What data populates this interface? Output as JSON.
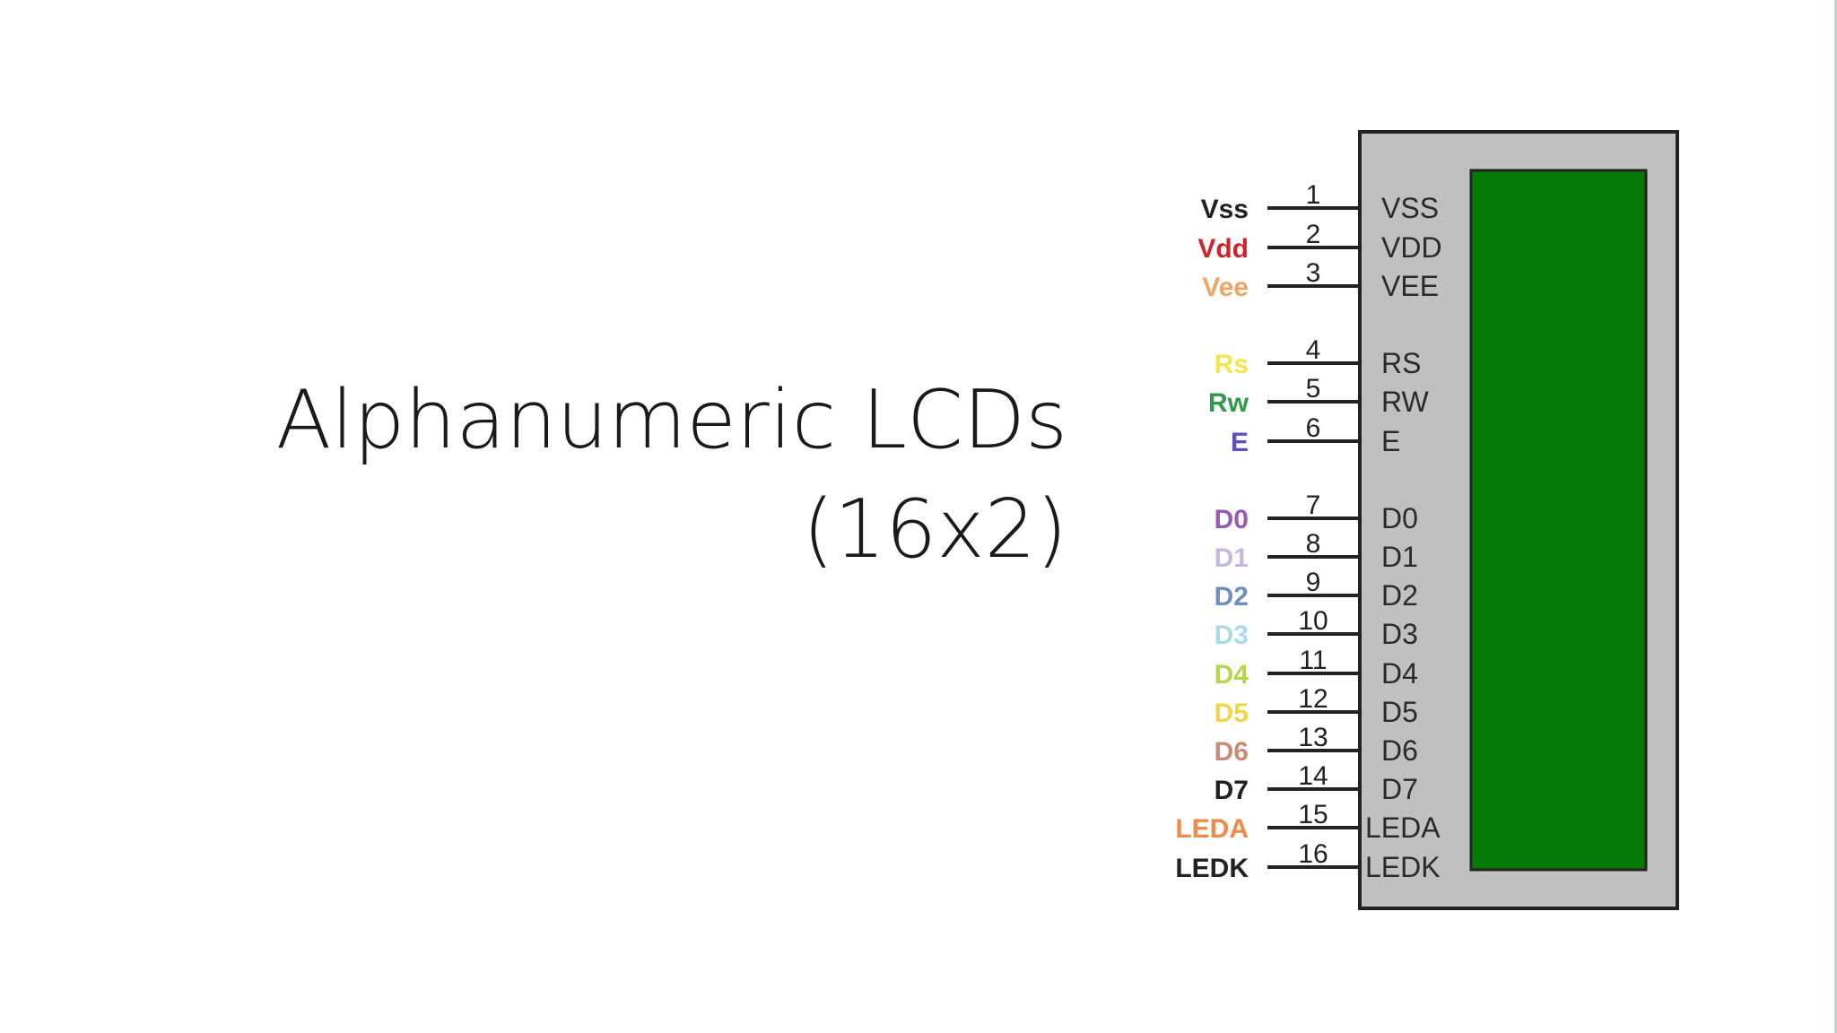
{
  "slide": {
    "title_line1": "Alphanumeric LCDs",
    "title_line2": "(16x2)"
  },
  "colors": {
    "background": "#ffffff",
    "lcd_body": "#c0c0c0",
    "lcd_screen": "#087a08",
    "outline": "#222222",
    "accent_edge": "#b9d9cf"
  },
  "pins": [
    {
      "num": "1",
      "label": "Vss",
      "pin_name": "VSS",
      "color": "#222222"
    },
    {
      "num": "2",
      "label": "Vdd",
      "pin_name": "VDD",
      "color": "#d2232a"
    },
    {
      "num": "3",
      "label": "Vee",
      "pin_name": "VEE",
      "color": "#f4a460"
    },
    {
      "num": "4",
      "label": "Rs",
      "pin_name": "RS",
      "color": "#f5e64a"
    },
    {
      "num": "5",
      "label": "Rw",
      "pin_name": "RW",
      "color": "#2e9a4a"
    },
    {
      "num": "6",
      "label": "E",
      "pin_name": "E",
      "color": "#5b4fc4"
    },
    {
      "num": "7",
      "label": "D0",
      "pin_name": "D0",
      "color": "#9b59b6"
    },
    {
      "num": "8",
      "label": "D1",
      "pin_name": "D1",
      "color": "#c8b9dc"
    },
    {
      "num": "9",
      "label": "D2",
      "pin_name": "D2",
      "color": "#6d8fbf"
    },
    {
      "num": "10",
      "label": "D3",
      "pin_name": "D3",
      "color": "#a8dcea"
    },
    {
      "num": "11",
      "label": "D4",
      "pin_name": "D4",
      "color": "#b5d84a"
    },
    {
      "num": "12",
      "label": "D5",
      "pin_name": "D5",
      "color": "#f2d548"
    },
    {
      "num": "13",
      "label": "D6",
      "pin_name": "D6",
      "color": "#c98a78"
    },
    {
      "num": "14",
      "label": "D7",
      "pin_name": "D7",
      "color": "#222222"
    },
    {
      "num": "15",
      "label": "LEDA",
      "pin_name": "LEDA",
      "color": "#f08a4b"
    },
    {
      "num": "16",
      "label": "LEDK",
      "pin_name": "LEDK",
      "color": "#222222"
    }
  ]
}
